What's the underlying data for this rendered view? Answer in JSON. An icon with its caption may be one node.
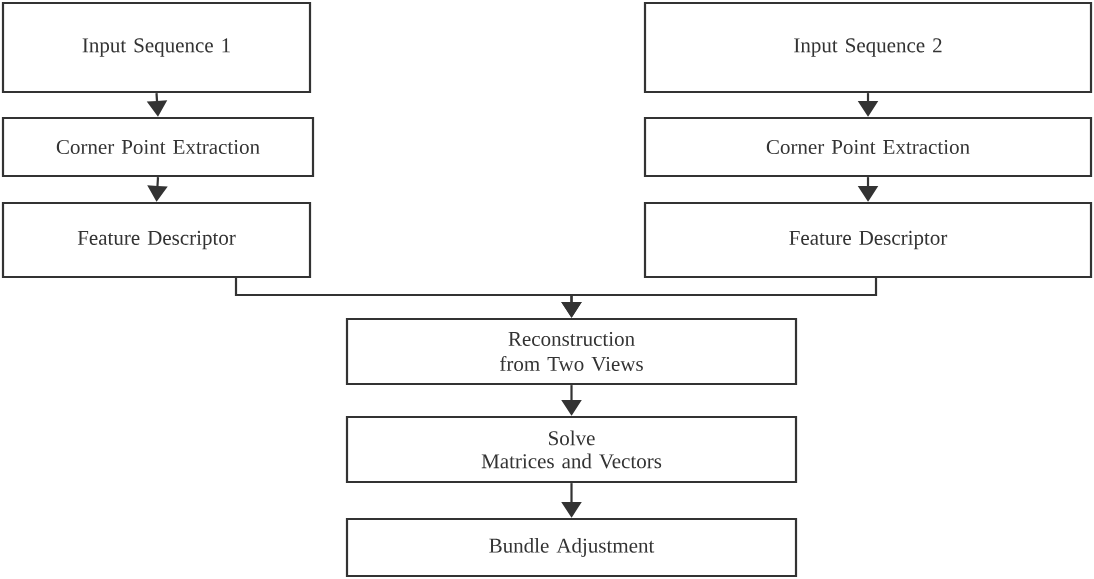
{
  "diagram": {
    "nodes": [
      {
        "text": [
          "Input Sequence 1"
        ]
      },
      {
        "text": [
          "Corner Point Extraction"
        ]
      },
      {
        "text": [
          "Feature Descriptor"
        ]
      },
      {
        "text": [
          "Input Sequence 2"
        ]
      },
      {
        "text": [
          "Corner Point Extraction"
        ]
      },
      {
        "text": [
          "Feature Descriptor"
        ]
      },
      {
        "text": [
          "Reconstruction from Two Views"
        ]
      },
      {
        "text": [
          "Solve",
          "Matrices and Vectors"
        ]
      },
      {
        "text": [
          "Bundle Adjustment"
        ]
      }
    ],
    "edges": [
      {
        "from": 0,
        "to": 1,
        "arrow": "to"
      },
      {
        "from": 1,
        "to": 2,
        "arrow": "to"
      },
      {
        "from": 3,
        "to": 4,
        "arrow": "to"
      },
      {
        "from": 4,
        "to": 5,
        "arrow": "to"
      },
      {
        "from": 2,
        "to": 6,
        "arrow": "to"
      },
      {
        "from": 5,
        "to": 6,
        "arrow": "to"
      },
      {
        "from": 6,
        "to": 7,
        "arrow": "to"
      },
      {
        "from": 7,
        "to": 8,
        "arrow": "to"
      }
    ]
  }
}
